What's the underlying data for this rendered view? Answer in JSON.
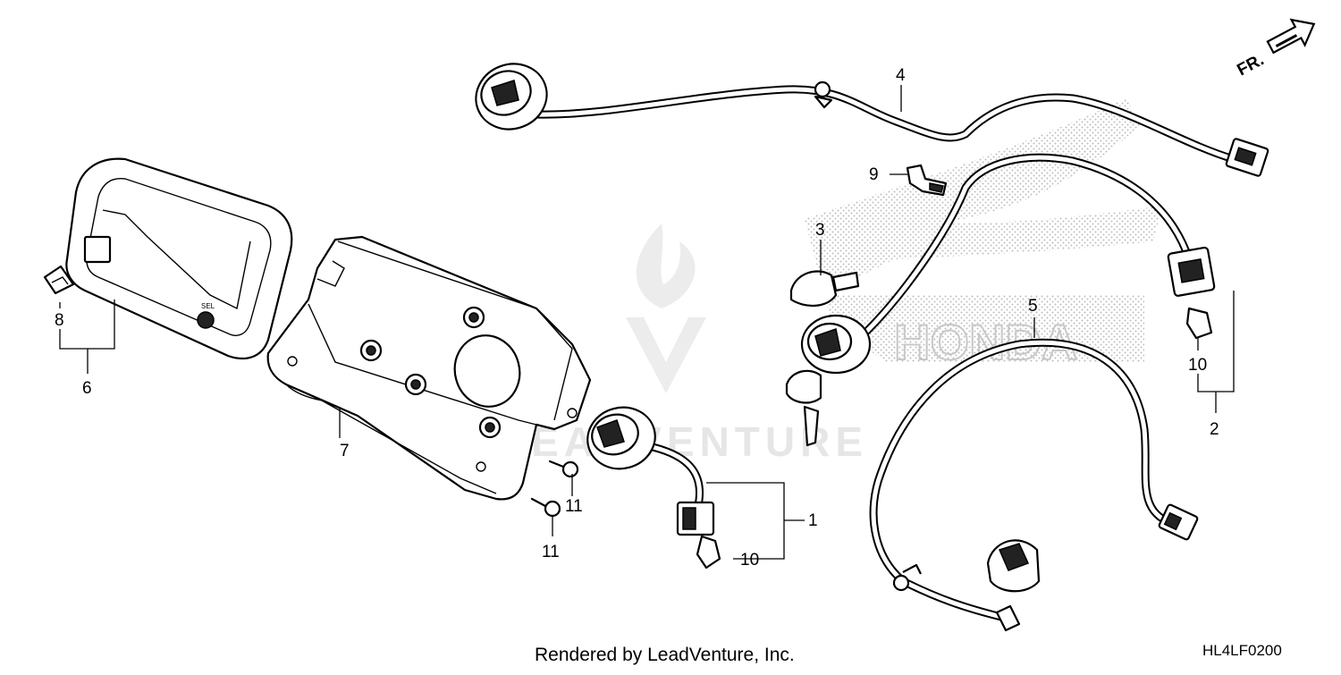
{
  "diagram": {
    "callouts": [
      {
        "id": "1",
        "label": "1"
      },
      {
        "id": "2",
        "label": "2"
      },
      {
        "id": "3",
        "label": "3"
      },
      {
        "id": "4",
        "label": "4"
      },
      {
        "id": "5",
        "label": "5"
      },
      {
        "id": "6",
        "label": "6"
      },
      {
        "id": "7",
        "label": "7"
      },
      {
        "id": "8",
        "label": "8"
      },
      {
        "id": "9",
        "label": "9"
      },
      {
        "id": "10a",
        "label": "10"
      },
      {
        "id": "10b",
        "label": "10"
      },
      {
        "id": "11a",
        "label": "11"
      },
      {
        "id": "11b",
        "label": "11"
      }
    ],
    "direction_arrow": "FR.",
    "watermark_text": "LEADVENTURE",
    "footer_credit": "Rendered by LeadVenture, Inc.",
    "diagram_code": "HL4LF0200"
  }
}
